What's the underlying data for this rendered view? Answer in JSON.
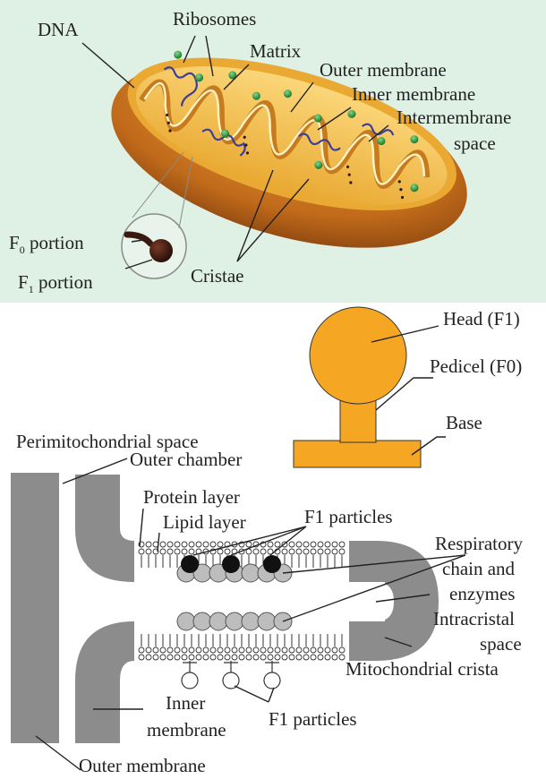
{
  "mitochondrion": {
    "labels": {
      "dna": "DNA",
      "ribosomes": "Ribosomes",
      "matrix": "Matrix",
      "outer_membrane": "Outer membrane",
      "inner_membrane": "Inner membrane",
      "intermembrane": "Intermembrane",
      "space": "space",
      "f0_prefix": "F",
      "f0_sub": "0",
      "f0_suffix": " portion",
      "f1_prefix": "F",
      "f1_sub": "1",
      "f1_suffix": " portion",
      "cristae": "Cristae"
    },
    "colors": {
      "background": "#dff0e4",
      "outer": "#c8701c",
      "inner": "#f3c14a",
      "dna": "#3b3f9a",
      "ribosome": "#2f9a3f"
    }
  },
  "oxysome": {
    "labels": {
      "head": "Head (F1)",
      "pedicel": "Pedicel (F0)",
      "base": "Base"
    },
    "colors": {
      "fill": "#f5a623"
    }
  },
  "crista_diagram": {
    "labels": {
      "perimitochondrial_space": "Perimitochondrial space",
      "outer_chamber": "Outer chamber",
      "protein_layer": "Protein layer",
      "lipid_layer": "Lipid layer",
      "f1_particles_top": "F1 particles",
      "respiratory_1": "Respiratory",
      "respiratory_2": "chain and",
      "respiratory_3": "enzymes",
      "intracristal_1": "Intracristal",
      "intracristal_2": "space",
      "mitochondrial_crista": "Mitochondrial crista",
      "f1_particles_bottom": "F1 particles",
      "inner_1": "Inner",
      "inner_2": "membrane",
      "outer_membrane": "Outer membrane"
    },
    "colors": {
      "membrane": "#8c8c8c",
      "dark_particle": "#111111",
      "enzyme": "#bdbdbd"
    }
  }
}
